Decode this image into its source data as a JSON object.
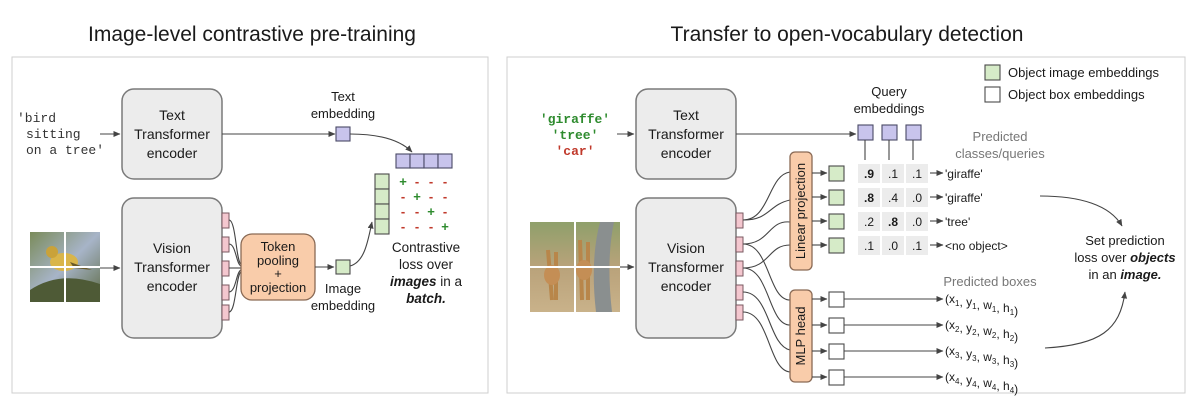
{
  "left_panel": {
    "title": "Image-level contrastive pre-training",
    "input_text": [
      "'bird",
      "sitting",
      "on a tree'"
    ],
    "text_encoder": [
      "Text",
      "Transformer",
      "encoder"
    ],
    "vision_encoder": [
      "Vision",
      "Transformer",
      "encoder"
    ],
    "token_pooling": [
      "Token",
      "pooling",
      "+",
      "projection"
    ],
    "text_embedding_label": [
      "Text",
      "embedding"
    ],
    "image_embedding_label": [
      "Image",
      "embedding"
    ],
    "loss_label": {
      "line1": "Contrastive",
      "line2": "loss over",
      "line3_emph": "images",
      "line3_rest": " in a",
      "line4_emph": "batch."
    },
    "matrix_signs": [
      [
        "+",
        "-",
        "-",
        "-"
      ],
      [
        "-",
        "+",
        "-",
        "-"
      ],
      [
        "-",
        "-",
        "+",
        "-"
      ],
      [
        "-",
        "-",
        "-",
        "+"
      ]
    ],
    "colors": {
      "plus": "#2e8b2e",
      "minus": "#c0392b"
    }
  },
  "right_panel": {
    "title": "Transfer to open-vocabulary detection",
    "legend": [
      {
        "label": "Object image embeddings",
        "swatch": "#d6ebc8"
      },
      {
        "label": "Object box embeddings",
        "swatch": "#ffffff"
      }
    ],
    "queries": [
      {
        "text": "'giraffe'",
        "color": "#2e8b2e"
      },
      {
        "text": "'tree'",
        "color": "#2e8b2e"
      },
      {
        "text": "'car'",
        "color": "#c0392b"
      }
    ],
    "text_encoder": [
      "Text",
      "Transformer",
      "encoder"
    ],
    "vision_encoder": [
      "Vision",
      "Transformer",
      "encoder"
    ],
    "query_embeddings_label": [
      "Query",
      "embeddings"
    ],
    "predicted_classes_label": [
      "Predicted",
      "classes/queries"
    ],
    "linear_projection": "Linear projection",
    "mlp_head": "MLP head",
    "score_rows": [
      {
        "scores": [
          ".9",
          ".1",
          ".1"
        ],
        "bold": 0,
        "label": "'giraffe'"
      },
      {
        "scores": [
          ".8",
          ".4",
          ".0"
        ],
        "bold": 0,
        "label": "'giraffe'"
      },
      {
        "scores": [
          ".2",
          ".8",
          ".0"
        ],
        "bold": 1,
        "label": "'tree'"
      },
      {
        "scores": [
          ".1",
          ".0",
          ".1"
        ],
        "bold": -1,
        "label": "<no object>"
      }
    ],
    "predicted_boxes_label": "Predicted boxes",
    "box_rows": [
      {
        "x": "x",
        "y": "y",
        "w": "w",
        "h": "h",
        "sub": "1"
      },
      {
        "x": "x",
        "y": "y",
        "w": "w",
        "h": "h",
        "sub": "2"
      },
      {
        "x": "x",
        "y": "y",
        "w": "w",
        "h": "h",
        "sub": "3"
      },
      {
        "x": "x",
        "y": "y",
        "w": "w",
        "h": "h",
        "sub": "4"
      }
    ],
    "set_loss": {
      "line1": "Set prediction",
      "line2_pre": "loss over ",
      "line2_emph": "objects",
      "line3_pre": "in an ",
      "line3_emph": "image."
    }
  }
}
